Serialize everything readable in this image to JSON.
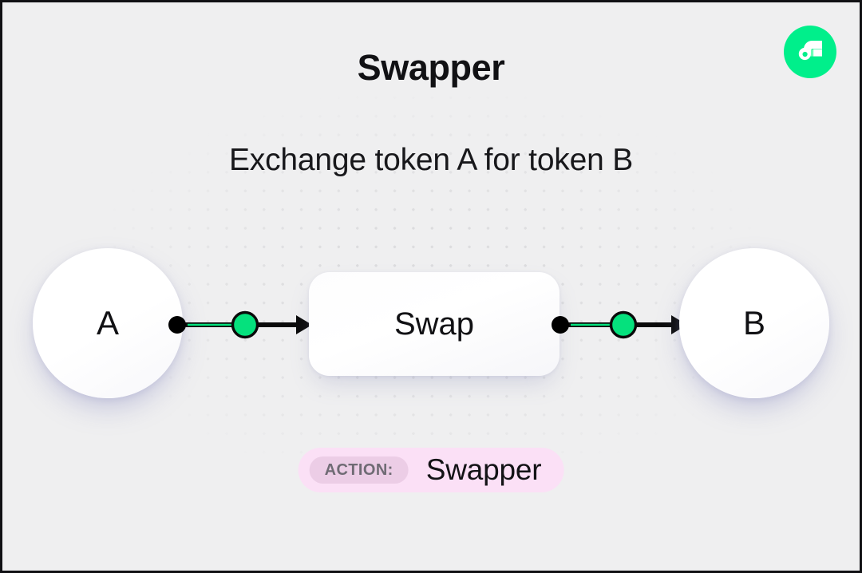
{
  "page": {
    "title": "Swapper",
    "subtitle": "Exchange token A for token B",
    "background_color": "#efeff0",
    "border_color": "#111114"
  },
  "brand": {
    "logo_name": "flow-logo",
    "logo_bg": "#00ef8b",
    "logo_mark_color": "#ffffff",
    "logo_accent_color": "#6effb9"
  },
  "flow": {
    "nodes": [
      {
        "id": "a",
        "label": "A",
        "shape": "circle"
      },
      {
        "id": "swap",
        "label": "Swap",
        "shape": "rounded-rect"
      },
      {
        "id": "b",
        "label": "B",
        "shape": "circle"
      }
    ],
    "connectors": [
      {
        "id": "a-to-swap",
        "from": "a",
        "to": "swap",
        "dot_color": "#000000",
        "marker_color": "#05e17d",
        "line_color": "#0a0a0a",
        "highlight_color": "#05e17d"
      },
      {
        "id": "swap-to-b",
        "from": "swap",
        "to": "b",
        "dot_color": "#000000",
        "marker_color": "#05e17d",
        "line_color": "#0a0a0a",
        "highlight_color": "#05e17d"
      }
    ]
  },
  "action_badge": {
    "key": "ACTION:",
    "value": "Swapper",
    "pill_color": "#fbe0f6",
    "key_pill_color": "#eccde6",
    "key_text_color": "#6f6b74"
  }
}
